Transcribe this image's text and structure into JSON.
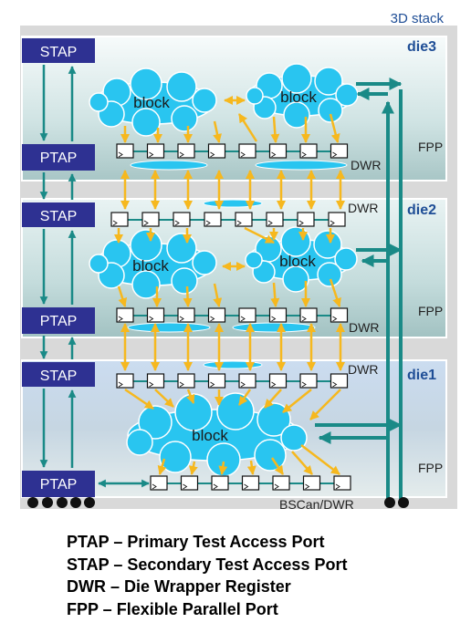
{
  "stack_label": "3D stack",
  "dies": [
    {
      "name": "die3",
      "blocks": [
        "block",
        "block"
      ],
      "port_labels": [
        "FPP",
        "DWR"
      ]
    },
    {
      "name": "die2",
      "blocks": [
        "block",
        "block"
      ],
      "port_labels": [
        "DWR",
        "FPP",
        "DWR"
      ]
    },
    {
      "name": "die1",
      "blocks": [
        "block"
      ],
      "port_labels": [
        "DWR",
        "FPP",
        "BSCan/DWR"
      ]
    }
  ],
  "tap_labels": {
    "stap": "STAP",
    "ptap": "PTAP"
  },
  "legend": [
    "PTAP – Primary Test Access Port",
    "STAP – Secondary Test Access Port",
    "DWR – Die Wrapper Register",
    "FPP – Flexible Parallel Port"
  ],
  "colors": {
    "tap_box": "#2e3192",
    "cloud": "#29c5f0",
    "yellow_arrow": "#f6b81e",
    "teal_arrow": "#1a8a87",
    "die_label": "#1f4e96"
  }
}
